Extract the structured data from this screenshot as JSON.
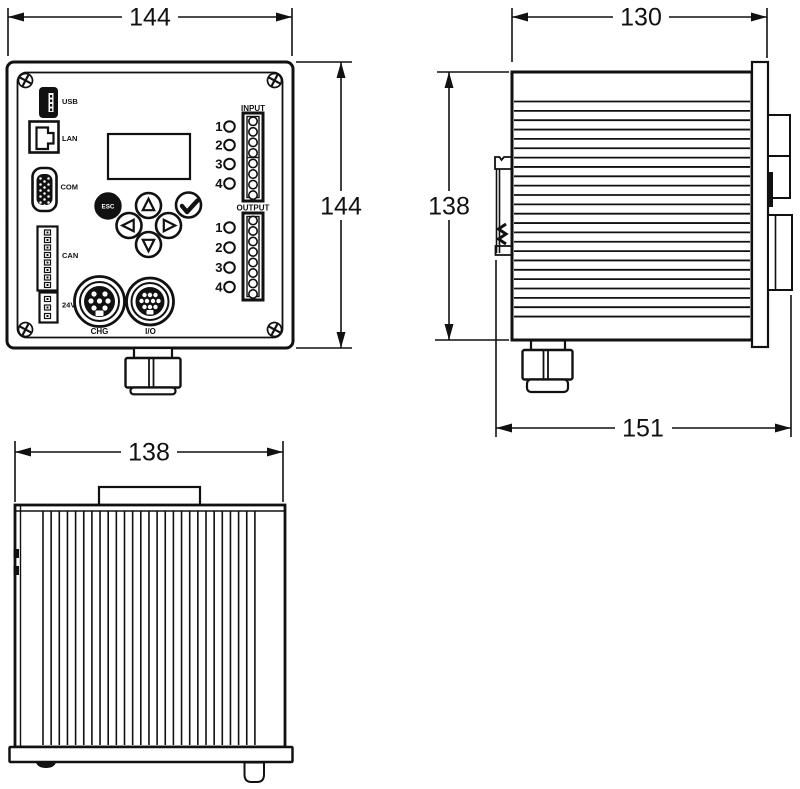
{
  "dimensions": {
    "front_width": "144",
    "front_height": "144",
    "side_width": "130",
    "side_height": "138",
    "side_depth": "151",
    "bottom_width": "138"
  },
  "front_panel": {
    "port_labels": {
      "usb": "USB",
      "lan": "LAN",
      "com": "COM",
      "can": "CAN",
      "power": "24V"
    },
    "connector_labels": {
      "left": "CHG",
      "right": "I/O"
    },
    "keypad": {
      "esc": "ESC"
    },
    "input_section": {
      "label": "INPUT",
      "channels": [
        "1",
        "2",
        "3",
        "4"
      ]
    },
    "output_section": {
      "label": "OUTPUT",
      "channels": [
        "1",
        "2",
        "3",
        "4"
      ]
    }
  },
  "colors": {
    "line": "#111111",
    "background": "#ffffff"
  }
}
